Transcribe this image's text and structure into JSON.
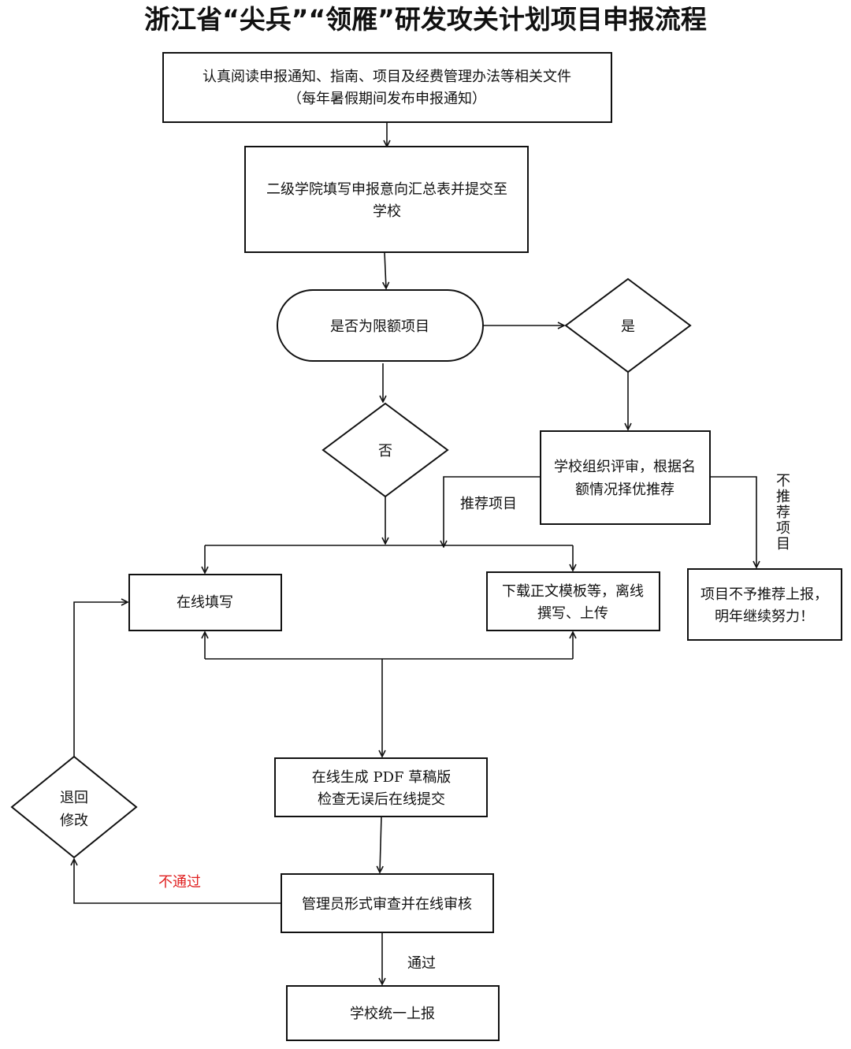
{
  "title": "浙江省“尖兵”“领雁”研发攻关计划项目申报流程",
  "nodes": {
    "read_docs": {
      "line1": "认真阅读申报通知、指南、项目及经费管理办法等相关文件",
      "line2": "（每年暑假期间发布申报通知）"
    },
    "college_submit": {
      "line1": "二级学院填写申报意向汇总表并提交至",
      "line2": "学校"
    },
    "quota_question": {
      "line1": "是否为限额项目"
    },
    "yes": {
      "line1": "是"
    },
    "no": {
      "line1": "否"
    },
    "school_review": {
      "line1": "学校组织评审，根据名",
      "line2": "额情况择优推荐"
    },
    "not_recommended_result": {
      "line1": "项目不予推荐上报，",
      "line2": "明年继续努力！"
    },
    "online_fill": {
      "line1": "在线填写"
    },
    "offline_upload": {
      "line1": "下载正文模板等，离线",
      "line2": "撰写、上传"
    },
    "pdf_submit": {
      "line1": "在线生成 PDF 草稿版",
      "line2": "检查无误后在线提交"
    },
    "return_modify": {
      "line1": "退回",
      "line2": "修改"
    },
    "admin_review": {
      "line1": "管理员形式审查并在线审核"
    },
    "school_report": {
      "line1": "学校统一上报"
    }
  },
  "edge_labels": {
    "recommended": "推荐项目",
    "not_recommended": [
      "不",
      "推",
      "荐",
      "项",
      "目"
    ],
    "not_passed": "不通过",
    "passed": "通过"
  },
  "colors": {
    "line": "#111111",
    "fail_label": "#e02020"
  }
}
